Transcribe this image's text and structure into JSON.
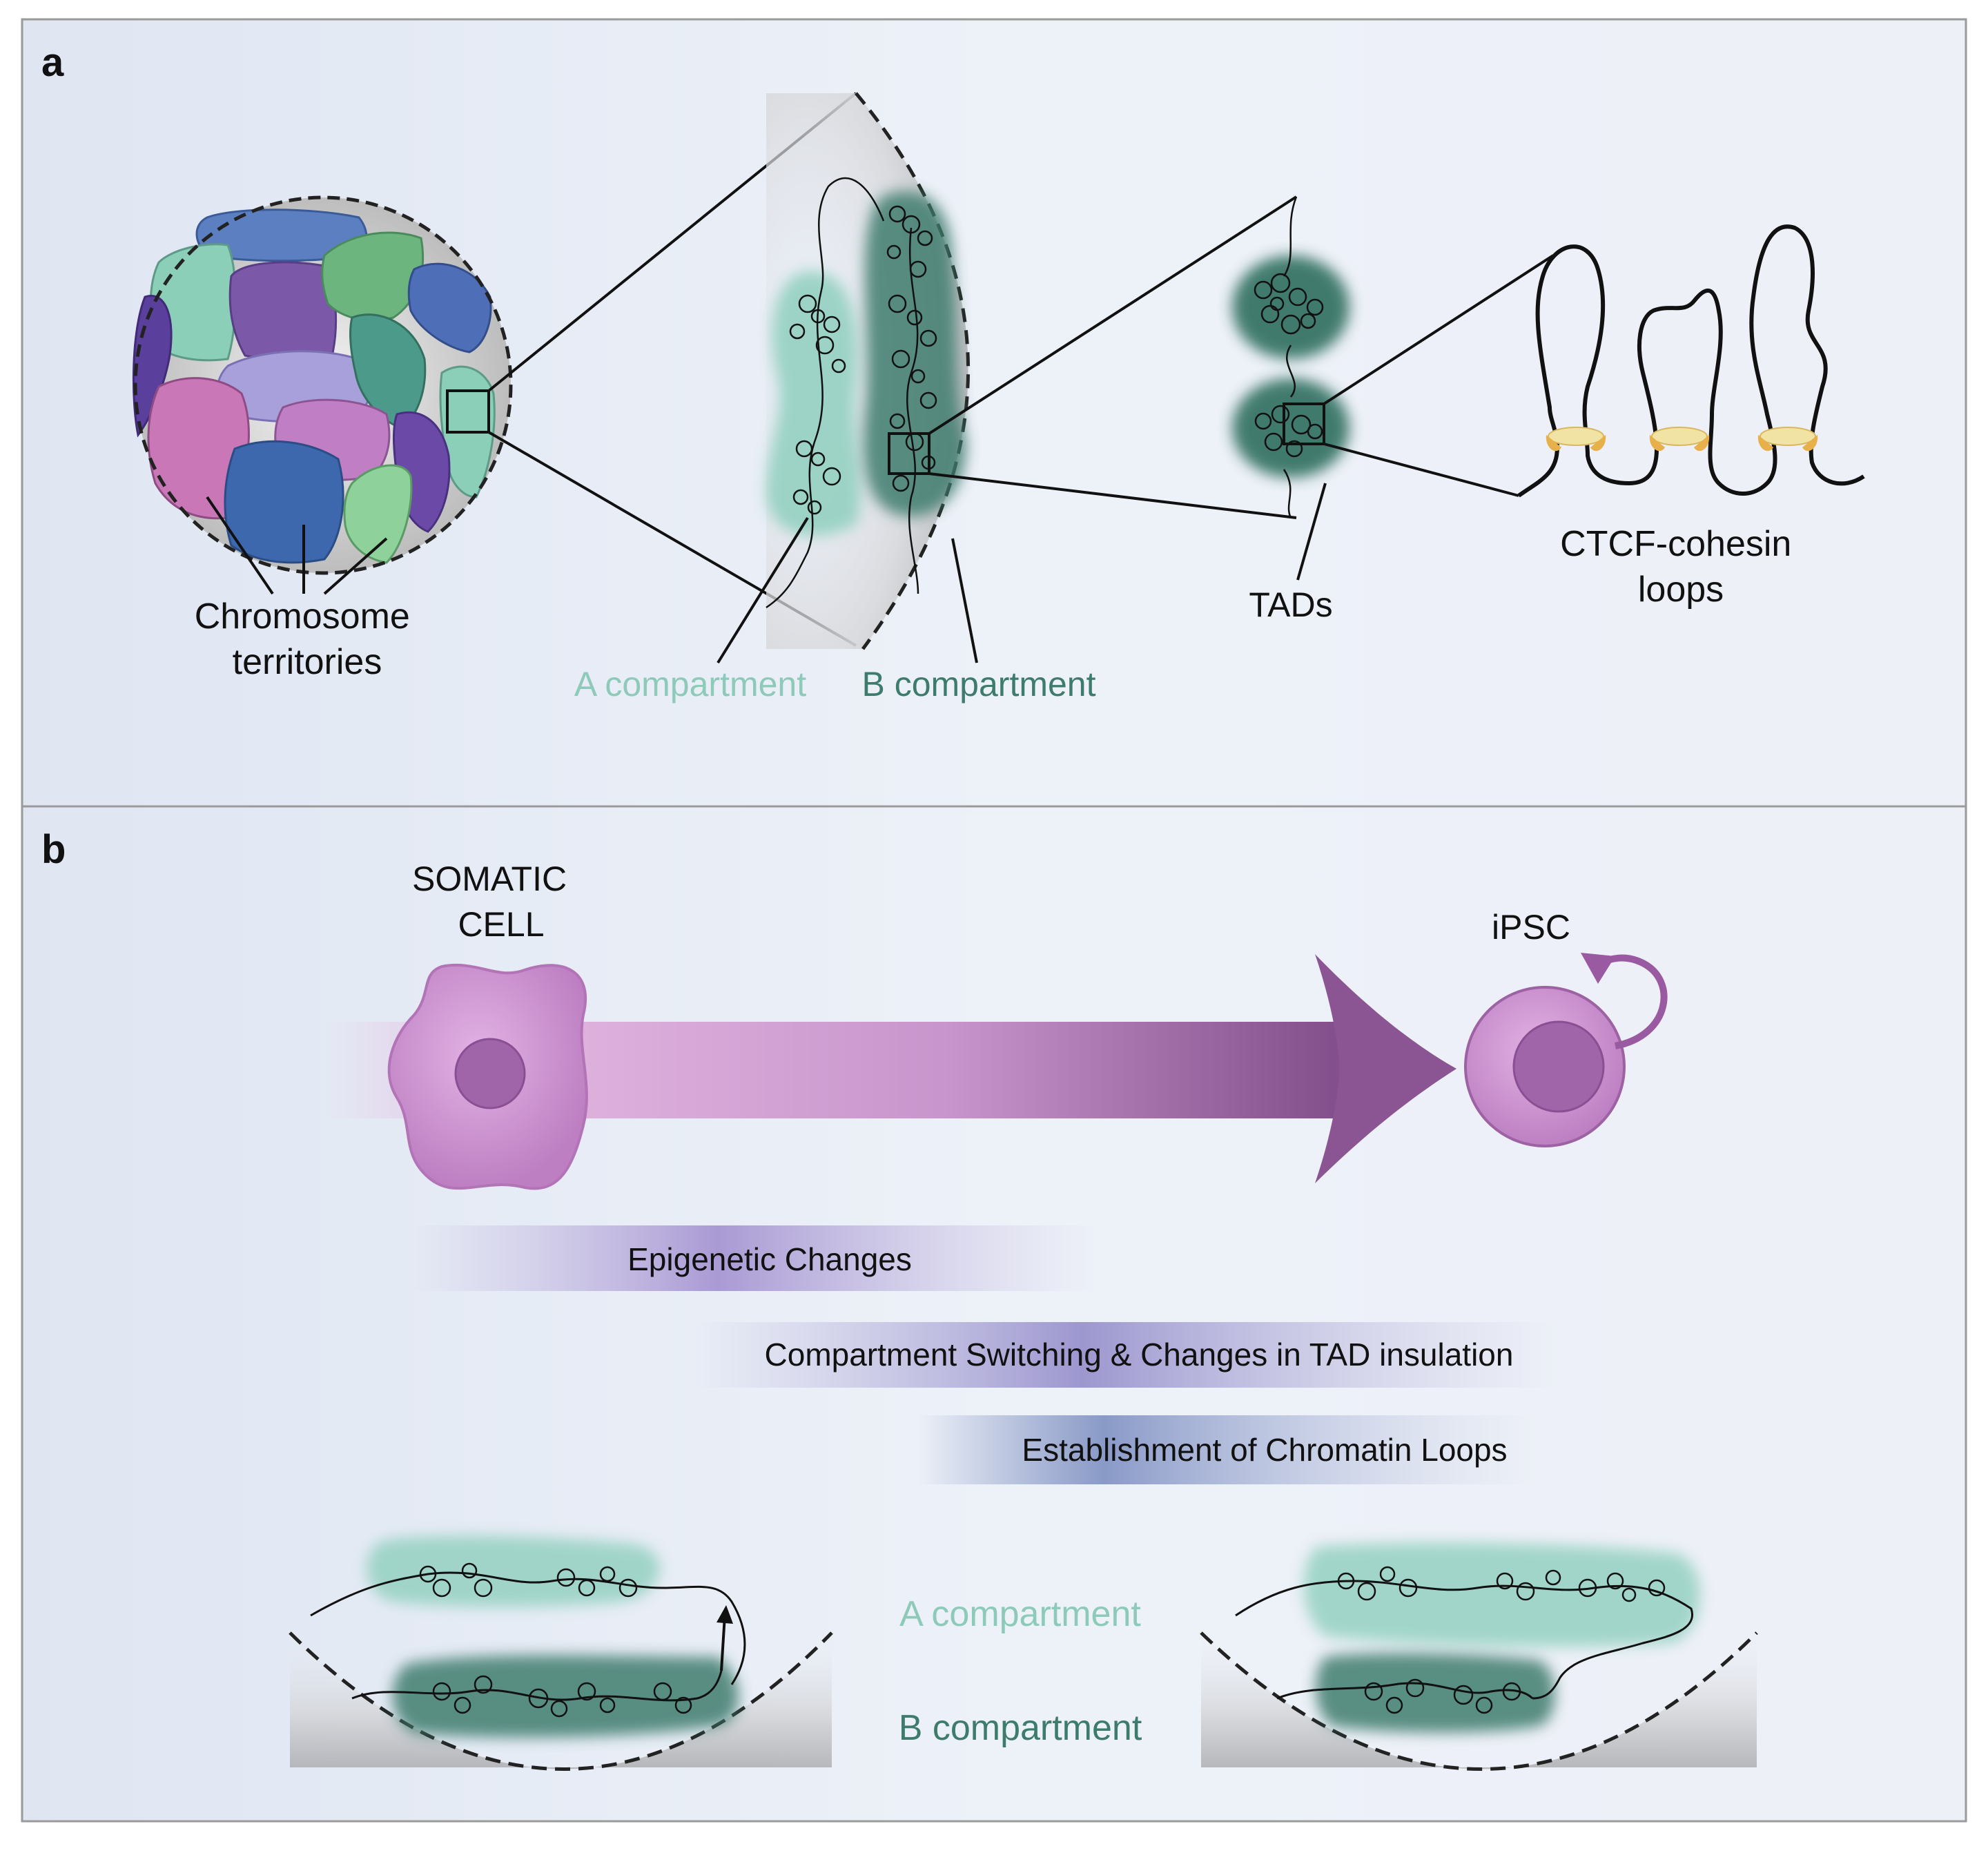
{
  "panel_a": {
    "label": "a",
    "territories_label": [
      "Chromosome",
      "territories"
    ],
    "a_compartment": "A compartment",
    "b_compartment": "B compartment",
    "tads": "TADs",
    "loops_label": [
      "CTCF-cohesin",
      "loops"
    ]
  },
  "panel_b": {
    "label": "b",
    "somatic": [
      "SOMATIC",
      "CELL"
    ],
    "ipsc": "iPSC",
    "bars": [
      "Epigenetic Changes",
      "Compartment Switching & Changes in TAD insulation",
      "Establishment of Chromatin Loops"
    ],
    "a_compartment": "A compartment",
    "b_compartment": "B compartment"
  },
  "colors": {
    "a_compartment": "#8fc9bb",
    "b_compartment": "#3d7c6c",
    "cell_purple": "#c48ac8",
    "arrow_purple": "#8e5a96"
  }
}
